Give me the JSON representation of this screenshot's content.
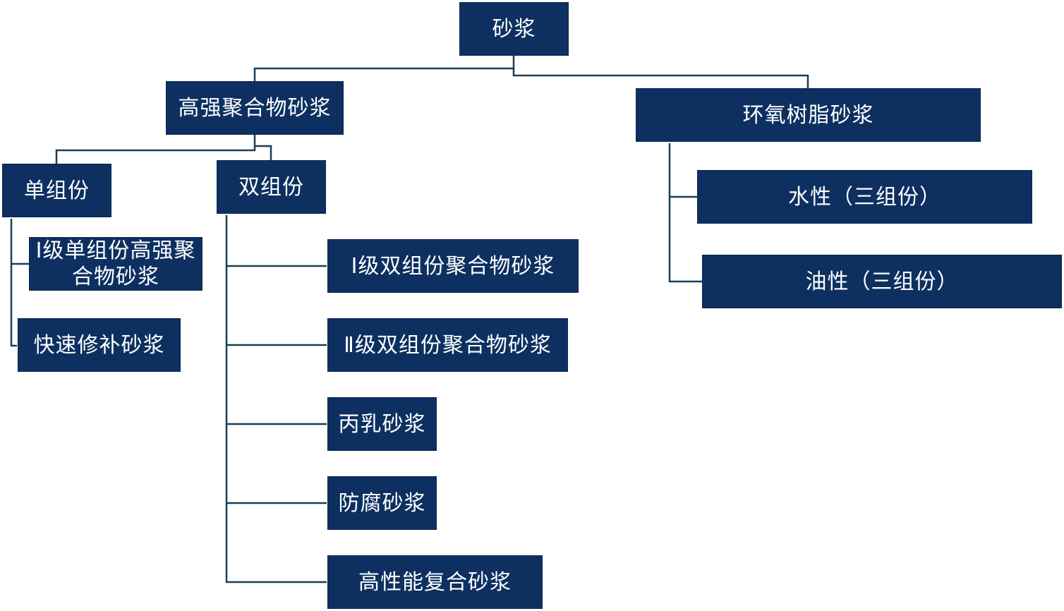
{
  "diagram": {
    "root": "砂浆",
    "branches": {
      "high_strength_polymer": "高强聚合物砂浆",
      "epoxy": "环氧树脂砂浆"
    },
    "high_strength_groups": {
      "single_component": "单组份",
      "two_component": "双组份"
    },
    "single_component_items": {
      "grade1_single": "Ⅰ级单组份高强聚合物砂浆",
      "rapid_repair": "快速修补砂浆"
    },
    "two_component_items": {
      "grade1_two": "Ⅰ级双组份聚合物砂浆",
      "grade2_two": "Ⅱ级双组份聚合物砂浆",
      "styrene_acrylic": "丙乳砂浆",
      "anticorrosion": "防腐砂浆",
      "high_performance": "高性能复合砂浆"
    },
    "epoxy_items": {
      "water_based": "水性（三组份）",
      "oil_based": "油性（三组份）"
    },
    "colors": {
      "node_fill": "#0d3060",
      "node_text": "#ffffff",
      "connector": "#0d3a4f"
    }
  }
}
